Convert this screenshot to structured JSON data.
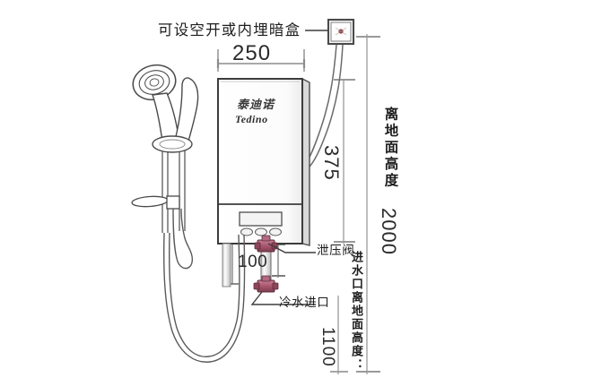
{
  "diagram": {
    "title_note": "可设空开或内埋暗盒",
    "product_logo_cn": "泰迪诺",
    "product_logo_en": "Tedino",
    "labels": {
      "width_250": "250",
      "height_375": "375",
      "gap_100": "100",
      "relief_valve": "泄压阀",
      "cold_water_inlet": "冷水进口",
      "ground_height_text": "离地面高度",
      "ground_height_value": "2000",
      "inlet_height_text": "进水口离地面高度：",
      "inlet_height_value": "1100"
    },
    "icons": {
      "shower_head": "shower-head-icon",
      "shower_rail": "shower-rail-icon",
      "shower_hose": "shower-hose-icon",
      "water_heater": "water-heater-icon",
      "electrical_box": "electrical-box-icon",
      "relief_valve": "relief-valve-icon",
      "inlet_valve": "inlet-valve-icon",
      "display_panel": "display-panel-icon"
    },
    "colors": {
      "line": "#3a3a3a",
      "dimension": "#8a8a8a",
      "valve": "#a8566e",
      "valve_dark": "#6d3547",
      "background": "#ffffff",
      "text": "#1d1d1d"
    }
  }
}
